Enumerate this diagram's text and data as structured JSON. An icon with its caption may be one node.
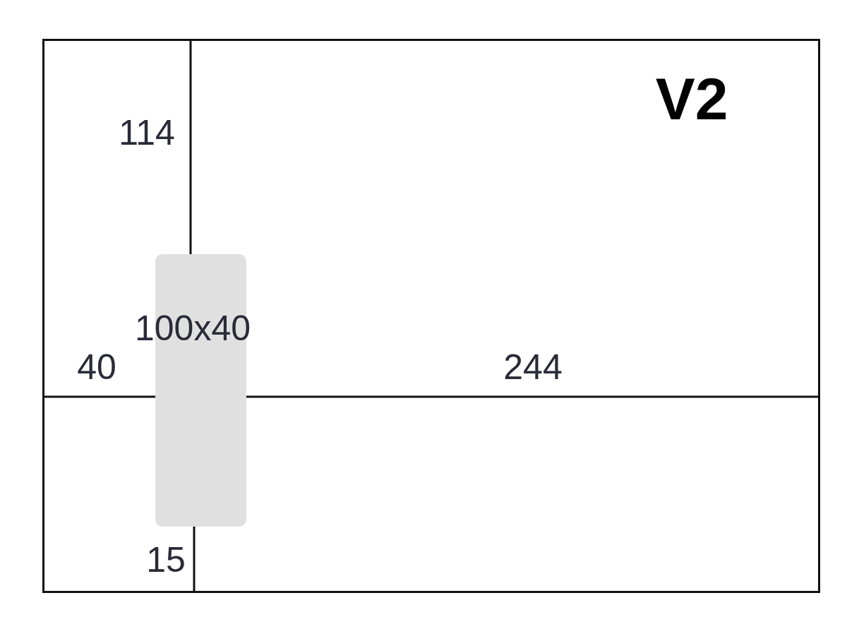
{
  "diagram": {
    "nodes": [
      {
        "text": [
          "V2"
        ]
      },
      {
        "text": [
          "100x40"
        ],
        "in": 0
      }
    ],
    "labels": [
      "114",
      "40",
      "244",
      "15"
    ]
  }
}
